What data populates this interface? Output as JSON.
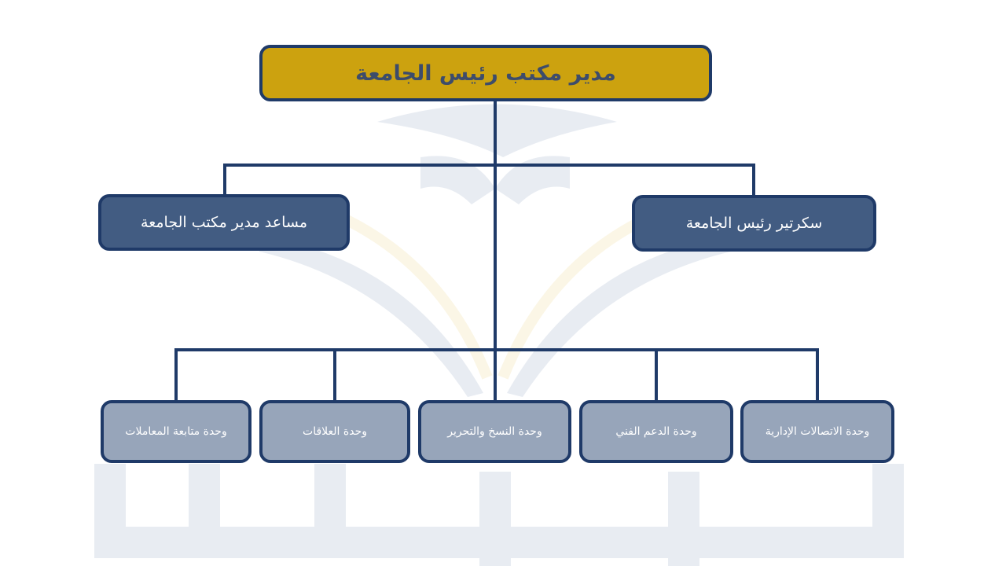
{
  "chart": {
    "root": "مدير مكتب رئيس الجامعة",
    "second_level": [
      "مساعد مدير مكتب الجامعة",
      "سكرتير رئيس الجامعة"
    ],
    "units": [
      "وحدة متابعة المعاملات",
      "وحدة العلاقات",
      "وحدة النسخ والتحرير",
      "وحدة الدعم الفني",
      "وحدة الاتصالات الإدارية"
    ]
  },
  "colors": {
    "root_fill": "#cca20f",
    "second_fill": "#425c82",
    "unit_fill": "#97a5ba",
    "border": "#1f3a68"
  }
}
